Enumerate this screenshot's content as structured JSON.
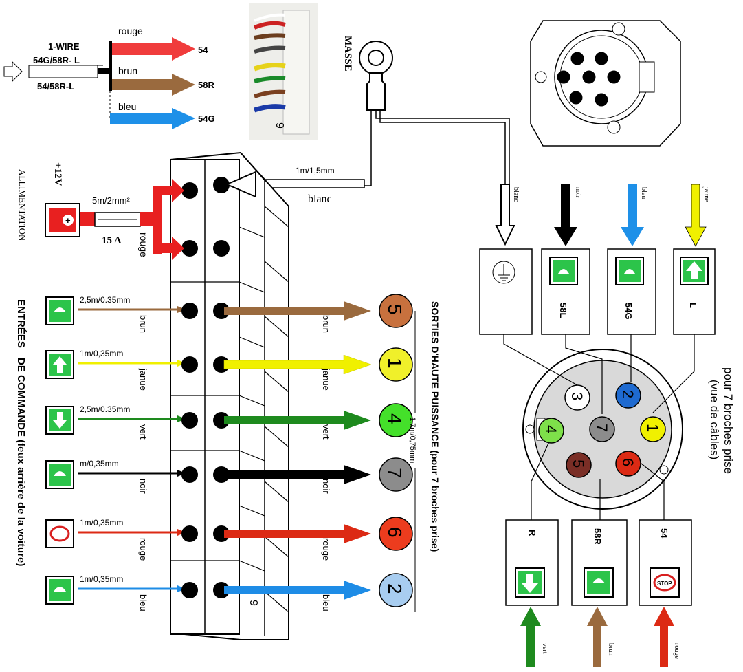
{
  "top_legend": {
    "input_line1": "1-WIRE",
    "input_line2": "54G/58R- L",
    "input_line3": "54/58R-L",
    "wires": [
      {
        "name": "rouge",
        "target": "54",
        "color": "#f03c3c"
      },
      {
        "name": "brun",
        "target": "58R",
        "color": "#9a6a3e"
      },
      {
        "name": "bleu",
        "target": "54G",
        "color": "#1e90e8"
      }
    ]
  },
  "masse": {
    "label": "MASSE"
  },
  "photo": {
    "pin_label": "9"
  },
  "power": {
    "label_12v": "+12V",
    "label_alim": "ALLIMENTATION",
    "cable": "5m/2mm²",
    "fuse": "15 A",
    "wire_color": "rouge"
  },
  "ground_cable": {
    "length": "1m/1,5mm",
    "color": "blanc"
  },
  "inputs_title_part1": "ENTRÉES",
  "inputs_title_part2": "DE COMMANDE (feux arrière de la voiture)",
  "outputs_title": "SORTIES D'HAUTE PUISSANCE (pour 7 broches prise)",
  "outputs_cable": "1,7m/0,75mm",
  "rows": [
    {
      "in_cable": "2,5m/0.35mm",
      "in_color": "brun",
      "out_color": "brun",
      "num": "5",
      "hex": "#9a6a3e",
      "circle": "#c8713e",
      "icon": "58-icon"
    },
    {
      "in_cable": "1m/0,35mm",
      "in_color": "janue",
      "out_color": "janue",
      "num": "1",
      "hex": "#f0f000",
      "circle": "#f0f02a",
      "icon": "left-turn-icon"
    },
    {
      "in_cable": "2,5m/0.35mm",
      "in_color": "vert",
      "out_color": "vert",
      "num": "4",
      "hex": "#1e8a1e",
      "circle": "#44e02a",
      "icon": "right-turn-icon"
    },
    {
      "in_cable": "m/0,35mm",
      "in_color": "noir",
      "out_color": "noir",
      "num": "7",
      "hex": "#000000",
      "circle": "#8c8c8c",
      "icon": "58l-icon"
    },
    {
      "in_cable": "1m/0,35mm",
      "in_color": "rouge",
      "out_color": "rouge",
      "num": "6",
      "hex": "#dc2a14",
      "circle": "#ec3c1e",
      "icon": "stop-icon"
    },
    {
      "in_cable": "1m/0,35mm",
      "in_color": "bleu",
      "out_color": "bleu",
      "num": "2",
      "hex": "#1e8ce6",
      "circle": "#a8cdf0",
      "icon": "fog-icon"
    }
  ],
  "socket": {
    "title_line1": "pour 7 broches prise",
    "title_line2": "(vue de câbles)",
    "pins": [
      "1",
      "2",
      "3",
      "4",
      "5",
      "6",
      "7"
    ]
  },
  "top_boxes": [
    {
      "label": "58L",
      "wire": "noir",
      "color": "#000000"
    },
    {
      "label": "54G",
      "wire": "bleu",
      "color": "#1e90e8"
    },
    {
      "label": "L",
      "wire": "jaune",
      "color": "#f0f000"
    }
  ],
  "ground_box": {
    "wire": "blanc"
  },
  "bottom_boxes": [
    {
      "label": "R",
      "wire": "vert",
      "color": "#1e8a1e"
    },
    {
      "label": "58R",
      "wire": "brun",
      "color": "#9a6a3e"
    },
    {
      "label": "54",
      "wire": "rouge",
      "color": "#dc2a14"
    }
  ]
}
